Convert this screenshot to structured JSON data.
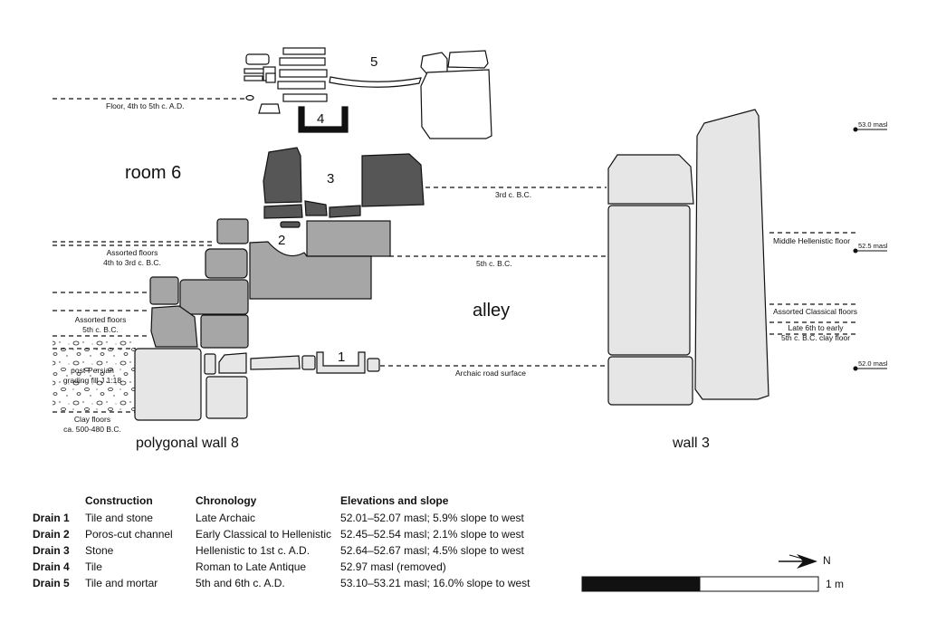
{
  "labels": {
    "room6": "room 6",
    "alley": "alley",
    "polygonal_wall": "polygonal wall 8",
    "wall3": "wall 3"
  },
  "drain_numbers": [
    "1",
    "2",
    "3",
    "4",
    "5"
  ],
  "level_labels": {
    "floor_4th_5th_ad": "Floor, 4th to 5th c. A.D.",
    "third_bc": "3rd c. B.C.",
    "fifth_bc": "5th c. B.C.",
    "archaic_road": "Archaic road surface",
    "assorted_4th_3rd_l1": "Assorted floors",
    "assorted_4th_3rd_l2": "4th to 3rd c. B.C.",
    "assorted_5th_l1": "Assorted floors",
    "assorted_5th_l2": "5th c. B.C.",
    "post_persian_l1": "post-Persian",
    "post_persian_l2": "grading fill J 1:18",
    "clay_floors_l1": "Clay floors",
    "clay_floors_l2": "ca. 500-480 B.C.",
    "middle_hellenistic": "Middle Hellenistic floor",
    "assorted_classical": "Assorted Classical floors",
    "late6th_l1": "Late 6th to early",
    "late6th_l2": "5th c. B.C. clay floor"
  },
  "elevations": [
    "53.0 masl",
    "52.5 masl",
    "52.0 masl"
  ],
  "legend": {
    "headers": [
      "",
      "Construction",
      "Chronology",
      "Elevations and slope"
    ],
    "rows": [
      [
        "Drain 1",
        "Tile and stone",
        "Late Archaic",
        "52.01–52.07 masl; 5.9% slope to west"
      ],
      [
        "Drain 2",
        "Poros-cut channel",
        "Early Classical to Hellenistic",
        "52.45–52.54 masl; 2.1% slope to west"
      ],
      [
        "Drain 3",
        "Stone",
        "Hellenistic to 1st c. A.D.",
        "52.64–52.67 masl; 4.5% slope to west"
      ],
      [
        "Drain 4",
        "Tile",
        "Roman to Late Antique",
        "52.97 masl (removed)"
      ],
      [
        "Drain 5",
        "Tile and mortar",
        "5th and 6th c. A.D.",
        "53.10–53.21 masl; 16.0% slope to west"
      ]
    ]
  },
  "scale": {
    "label": "1 m"
  },
  "north": {
    "label": "N"
  },
  "colors": {
    "light_stone": "#e6e6e6",
    "mid_stone": "#a6a6a6",
    "dark_stone": "#565656",
    "outline": "#111111"
  }
}
